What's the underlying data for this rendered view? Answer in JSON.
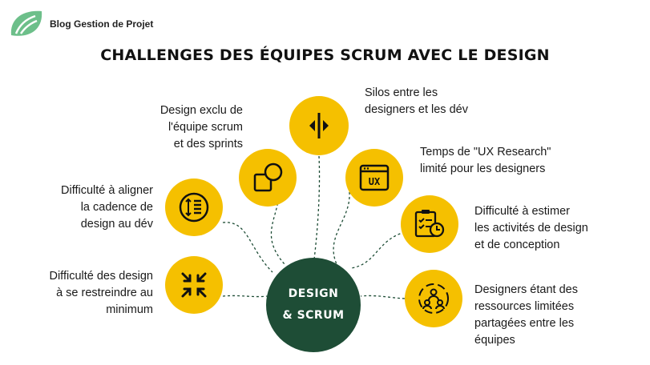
{
  "logo": {
    "text": "Blog Gestion de Projet",
    "icon": "leaf-logo-icon",
    "color": "#6dbf8a"
  },
  "title": "CHALLENGES DES ÉQUIPES SCRUM AVEC LE DESIGN",
  "center": {
    "line1": "DESIGN",
    "line2": "& SCRUM",
    "color": "#1e4d36"
  },
  "accent_color": "#f5c000",
  "items": [
    {
      "icon": "split-arrows-icon",
      "lines": [
        "Silos entre les",
        "designers et les dév"
      ]
    },
    {
      "icon": "ux-window-icon",
      "lines": [
        "Temps de \"UX Research\"",
        "limité pour les designers"
      ]
    },
    {
      "icon": "checklist-clock-icon",
      "lines": [
        "Difficulté à estimer",
        "les activités de design",
        "et de conception"
      ]
    },
    {
      "icon": "team-cycle-icon",
      "lines": [
        "Designers étant des",
        "ressources limitées",
        "partagées entre les",
        "équipes"
      ]
    },
    {
      "icon": "shapes-icon",
      "lines": [
        "Design exclu de",
        "l'équipe scrum",
        "et des sprints"
      ]
    },
    {
      "icon": "sort-list-icon",
      "lines": [
        "Difficulté à aligner",
        "la cadence de",
        "design au dév"
      ]
    },
    {
      "icon": "compress-arrows-icon",
      "lines": [
        "Difficulté des design",
        "à se restreindre au",
        "minimum"
      ]
    }
  ]
}
